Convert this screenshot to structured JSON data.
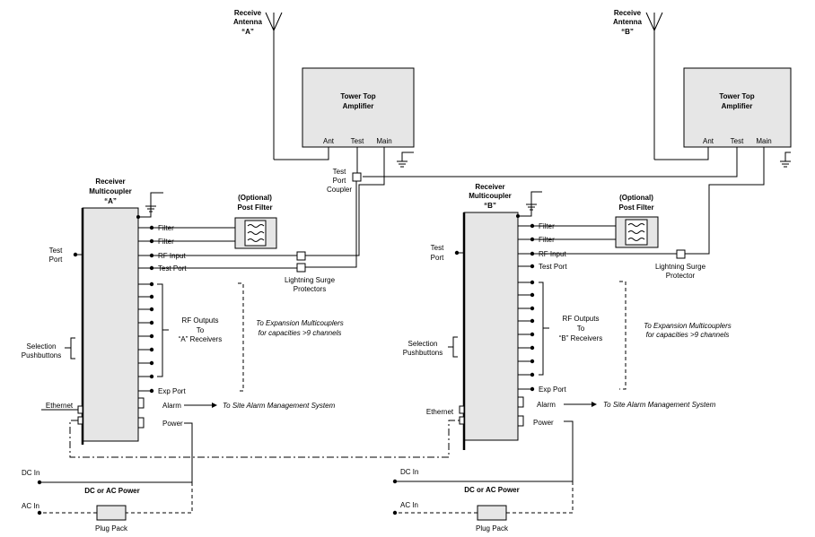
{
  "antenna_a": {
    "line1": "Receive",
    "line2": "Antenna",
    "line3": "“A”"
  },
  "antenna_b": {
    "line1": "Receive",
    "line2": "Antenna",
    "line3": "“B”"
  },
  "tta_a": {
    "title1": "Tower Top",
    "title2": "Amplifier",
    "ant": "Ant",
    "test": "Test",
    "main": "Main"
  },
  "tta_b": {
    "title1": "Tower Top",
    "title2": "Amplifier",
    "ant": "Ant",
    "test": "Test",
    "main": "Main"
  },
  "coupler": {
    "line1": "Test",
    "line2": "Port",
    "line3": "Coupler"
  },
  "mc_a": {
    "title1": "Receiver",
    "title2": "Multicoupler",
    "title3": "“A”",
    "filter1": "Filter",
    "filter2": "Filter",
    "rf_input": "RF Input",
    "test_port": "Test Port",
    "exp_port": "Exp Port",
    "alarm": "Alarm",
    "power": "Power",
    "test_port_side1": "Test",
    "test_port_side2": "Port",
    "selection1": "Selection",
    "selection2": "Pushbuttons",
    "ethernet": "Ethernet",
    "rf_out1": "RF Outputs",
    "rf_out2": "To",
    "rf_out3": "“A” Receivers"
  },
  "mc_b": {
    "title1": "Receiver",
    "title2": "Multicoupler",
    "title3": "“B”",
    "filter1": "Filter",
    "filter2": "Filter",
    "rf_input": "RF Input",
    "test_port": "Test Port",
    "exp_port": "Exp Port",
    "alarm": "Alarm",
    "power": "Power",
    "test_port_side1": "Test",
    "test_port_side2": "Port",
    "selection1": "Selection",
    "selection2": "Pushbuttons",
    "ethernet": "Ethernet",
    "rf_out1": "RF Outputs",
    "rf_out2": "To",
    "rf_out3": "“B” Receivers"
  },
  "post_filter_a": {
    "line1": "(Optional)",
    "line2": "Post Filter"
  },
  "post_filter_b": {
    "line1": "(Optional)",
    "line2": "Post Filter"
  },
  "surge_a": {
    "line1": "Lightning Surge",
    "line2": "Protectors"
  },
  "surge_b": {
    "line1": "Lightning Surge",
    "line2": "Protector"
  },
  "expansion": {
    "line1": "To Expansion Multicouplers",
    "line2": "for capacities >9 channels"
  },
  "alarm_dest": "To Site Alarm Management System",
  "power_a": {
    "dc_in": "DC In",
    "title": "DC or AC Power",
    "ac_in": "AC In",
    "plug_pack": "Plug Pack"
  },
  "power_b": {
    "dc_in": "DC In",
    "title": "DC or AC Power",
    "ac_in": "AC In",
    "plug_pack": "Plug Pack"
  }
}
